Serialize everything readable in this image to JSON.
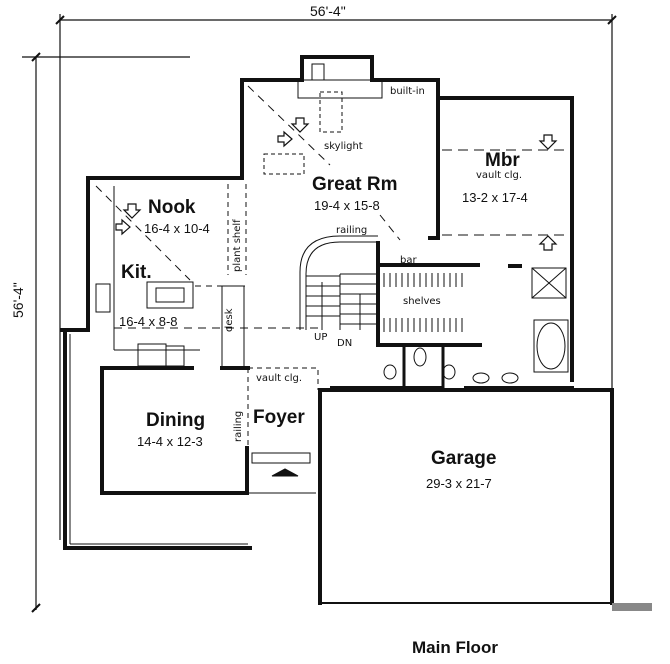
{
  "plan": {
    "title": "Main Floor",
    "overall_width": "56'-4\"",
    "overall_depth": "56'-4\"",
    "rooms": [
      {
        "name": "Great Rm",
        "size": "19-4 x 15-8"
      },
      {
        "name": "Mbr",
        "note": "vault clg.",
        "size": "13-2 x 17-4"
      },
      {
        "name": "Nook",
        "size": "16-4 x 10-4"
      },
      {
        "name": "Kit.",
        "size": "16-4 x 8-8"
      },
      {
        "name": "Dining",
        "size": "14-4 x 12-3"
      },
      {
        "name": "Foyer"
      },
      {
        "name": "Garage",
        "size": "29-3 x 21-7"
      }
    ],
    "notes": {
      "built_in": "built-in",
      "skylight": "skylight",
      "railing_top": "railing",
      "bar": "bar",
      "shelves": "shelves",
      "plant_shelf": "plant shelf",
      "desk": "desk",
      "up": "UP",
      "dn": "DN",
      "vault_foyer": "vault clg.",
      "railing_dining": "railing"
    }
  }
}
